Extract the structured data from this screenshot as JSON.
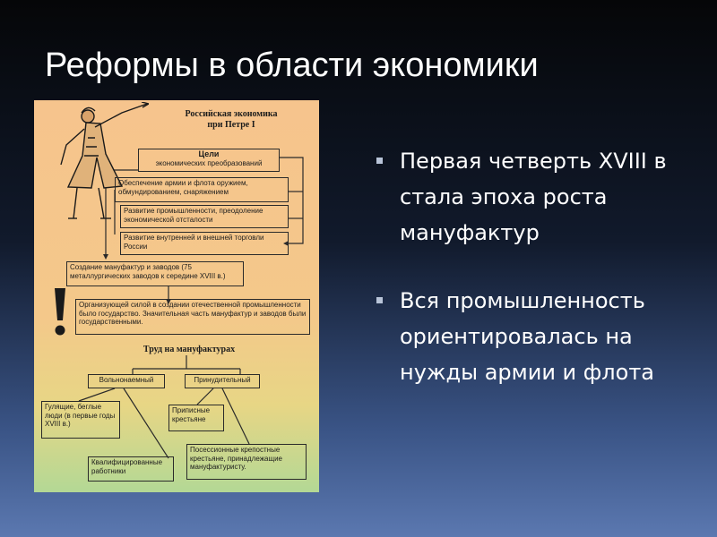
{
  "slide": {
    "title": "Реформы в области экономики",
    "bullets": [
      "Первая четверть XVIII в стала эпоха роста мануфактур",
      "Вся промышленность ориентировалась на нужды армии и флота"
    ]
  },
  "diagram": {
    "title_line1": "Российская экономика",
    "title_line2": "при Петре I",
    "goals_heading": "Цели",
    "goals_sub": "экономических преобразований",
    "goal_1": "Обеспечение армии и флота оружием, обмундированием, снаряжением",
    "goal_2": "Развитие промышленности, преодоление экономической отсталости",
    "goal_3": "Развитие внутренней и внешней торговли России",
    "manufactures": "Создание мануфактур и заводов (75 металлургических заводов к середине XVIII в.)",
    "organizer": "Организующей силой в создании отечественной промышленности было государство. Значительная часть мануфактур и заводов были государственными.",
    "labor_heading": "Труд на мануфактурах",
    "hired": "Вольнонаемный",
    "forced": "Принудительный",
    "hired_1": "Гулящие, беглые люди (в первые годы XVIII в.)",
    "hired_2": "Квалифицированные работники",
    "forced_1": "Приписные крестьяне",
    "forced_2": "Посессионные крепостные крестьяне, принадлежащие мануфактуристу.",
    "exclamation": "!"
  },
  "colors": {
    "bg_top": "#050608",
    "bg_bottom": "#5b78b0",
    "diagram_peach": "#f4c88a",
    "diagram_green": "#b3d895"
  }
}
